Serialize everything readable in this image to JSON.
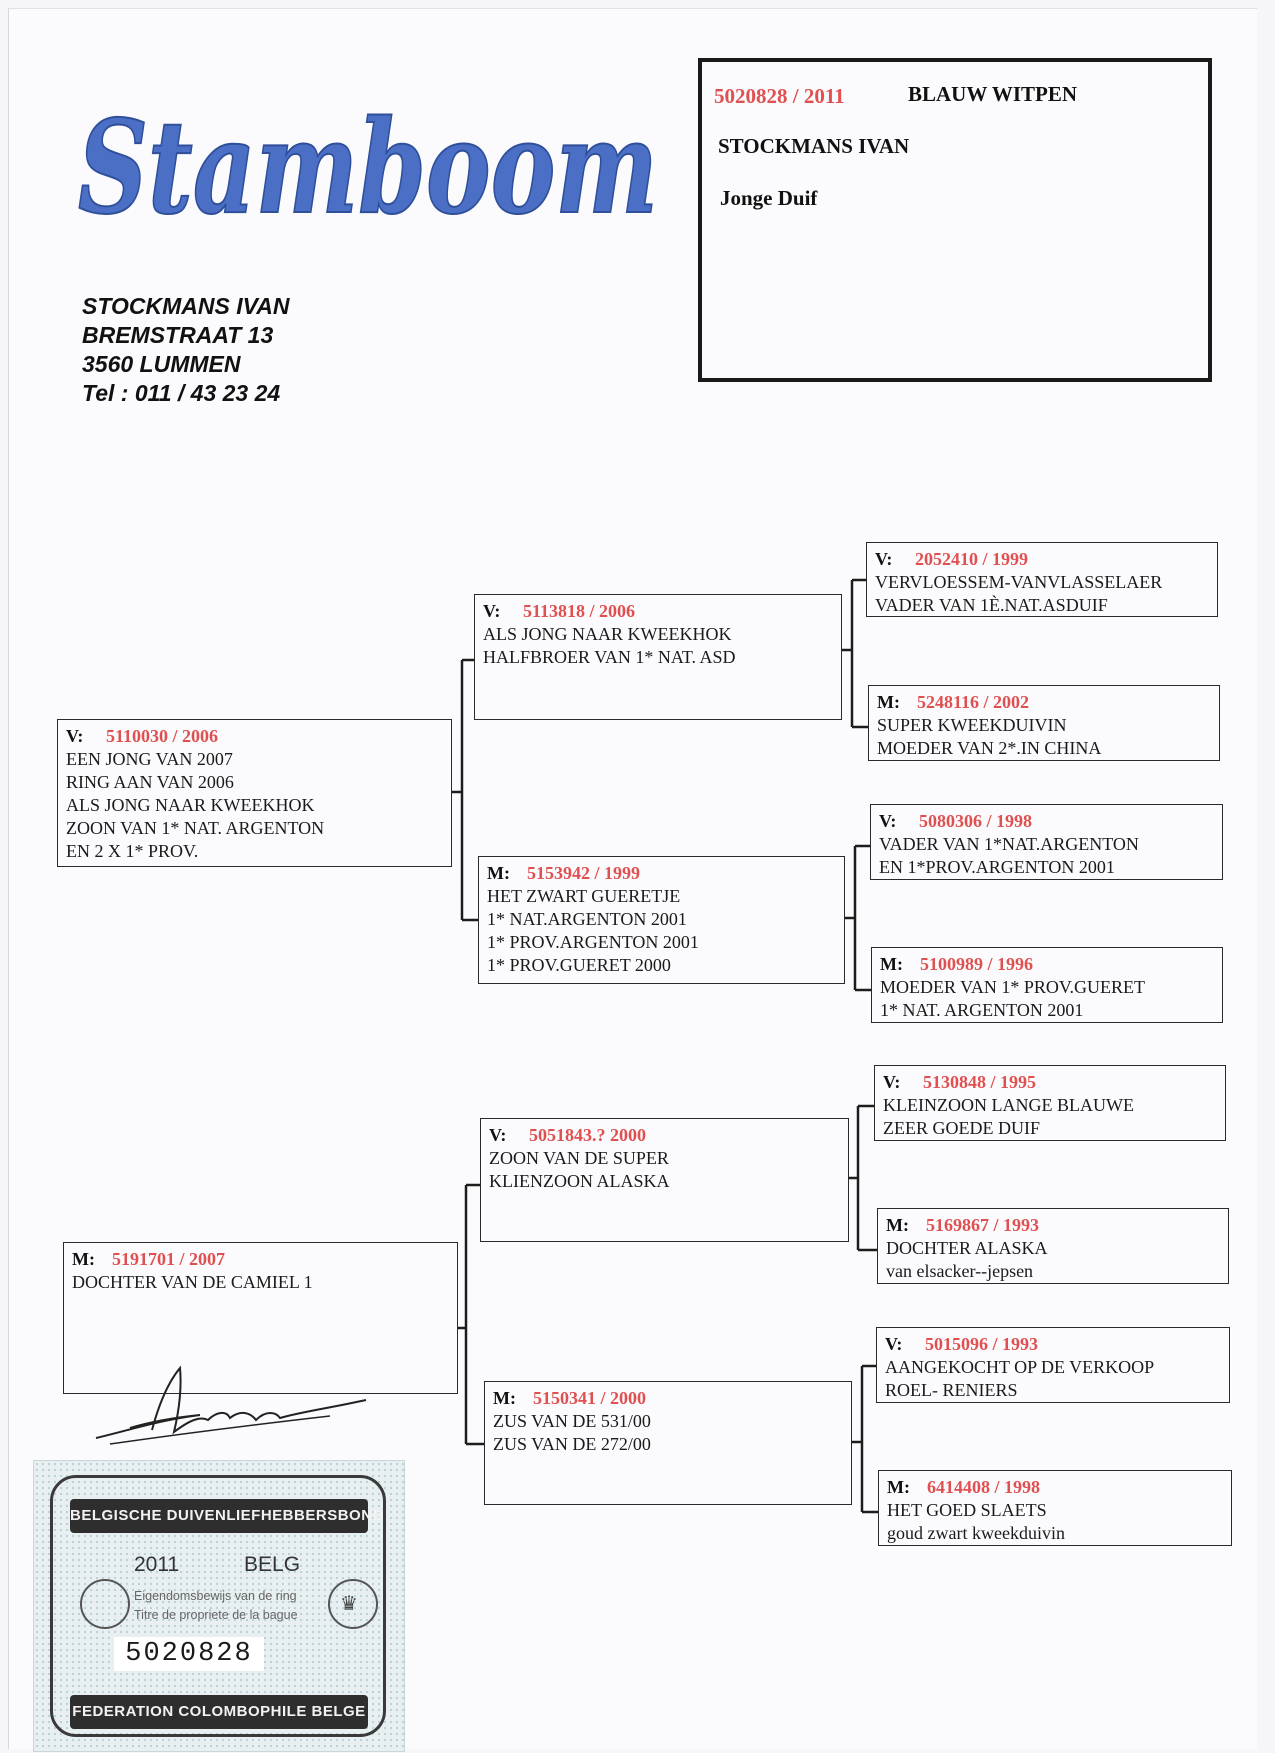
{
  "logo": {
    "text": "Stamboom",
    "color": "#4a6fc4"
  },
  "owner": {
    "name": "STOCKMANS IVAN",
    "street": "BREMSTRAAT 13",
    "city": "3560 LUMMEN",
    "phone": "Tel : 011 / 43 23 24"
  },
  "pigeon": {
    "ring": "5020828 / 2011",
    "colour": "BLAUW WITPEN",
    "breeder": "STOCKMANS IVAN",
    "type": "Jonge Duif"
  },
  "pedigree": {
    "father": {
      "sex": "V:",
      "ring": "5110030 / 2006",
      "lines": [
        "EEN JONG VAN 2007",
        "RING AAN VAN 2006",
        "ALS JONG NAAR KWEEKHOK",
        "ZOON VAN 1* NAT. ARGENTON",
        "EN 2 X 1* PROV."
      ]
    },
    "mother": {
      "sex": "M:",
      "ring": "5191701 / 2007",
      "lines": [
        "DOCHTER VAN  DE CAMIEL 1"
      ]
    },
    "ff": {
      "sex": "V:",
      "ring": "5113818 / 2006",
      "lines": [
        "ALS JONG NAAR KWEEKHOK",
        "HALFBROER VAN 1* NAT. ASD"
      ]
    },
    "fm": {
      "sex": "M:",
      "ring": "5153942 / 1999",
      "lines": [
        "HET ZWART GUERETJE",
        "1* NAT.ARGENTON 2001",
        "1* PROV.ARGENTON 2001",
        "1* PROV.GUERET 2000"
      ]
    },
    "mf": {
      "sex": "V:",
      "ring": "5051843.? 2000",
      "lines": [
        "ZOON VAN DE  SUPER",
        "KLIENZOON  ALASKA"
      ]
    },
    "mm": {
      "sex": "M:",
      "ring": "5150341 / 2000",
      "lines": [
        "ZUS VAN DE 531/00",
        "ZUS VAN DE 272/00"
      ]
    },
    "fff": {
      "sex": "V:",
      "ring": "2052410 / 1999",
      "lines": [
        "VERVLOESSEM-VANVLASSELAER",
        "VADER VAN 1È.NAT.ASDUIF"
      ]
    },
    "ffm": {
      "sex": "M:",
      "ring": "5248116 / 2002",
      "lines": [
        "SUPER KWEEKDUIVIN",
        "MOEDER VAN 2*.IN  CHINA"
      ]
    },
    "fmf": {
      "sex": "V:",
      "ring": "5080306 / 1998",
      "lines": [
        "VADER VAN 1*NAT.ARGENTON",
        "EN 1*PROV.ARGENTON 2001"
      ]
    },
    "fmm": {
      "sex": "M:",
      "ring": "5100989 / 1996",
      "lines": [
        "MOEDER VAN 1* PROV.GUERET",
        "1* NAT. ARGENTON  2001"
      ]
    },
    "mff": {
      "sex": "V:",
      "ring": "5130848 / 1995",
      "lines": [
        "KLEINZOON LANGE BLAUWE",
        "ZEER GOEDE DUIF"
      ]
    },
    "mfm": {
      "sex": "M:",
      "ring": "5169867 / 1993",
      "lines": [
        "DOCHTER  ALASKA",
        "van elsacker--jepsen"
      ]
    },
    "mmf": {
      "sex": "V:",
      "ring": "5015096 / 1993",
      "lines": [
        "AANGEKOCHT OP DE VERKOOP",
        "ROEL- RENIERS"
      ]
    },
    "mmm": {
      "sex": "M:",
      "ring": "6414408 / 1998",
      "lines": [
        "HET GOED SLAETS",
        "goud zwart  kweekduivin"
      ]
    }
  },
  "ring_card": {
    "top_band": "BELGISCHE DUIVENLIEFHEBBERSBOND",
    "year": "2011",
    "country": "BELG",
    "line_nl": "Eigendomsbewijs van de ring",
    "line_fr": "Titre de propriete de la bague",
    "number": "5020828",
    "bottom_band": "FEDERATION COLOMBOPHILE BELGE"
  },
  "colors": {
    "ring_number": "#e05050",
    "logo": "#4a6fc4",
    "box_border": "#2a2a2a"
  }
}
